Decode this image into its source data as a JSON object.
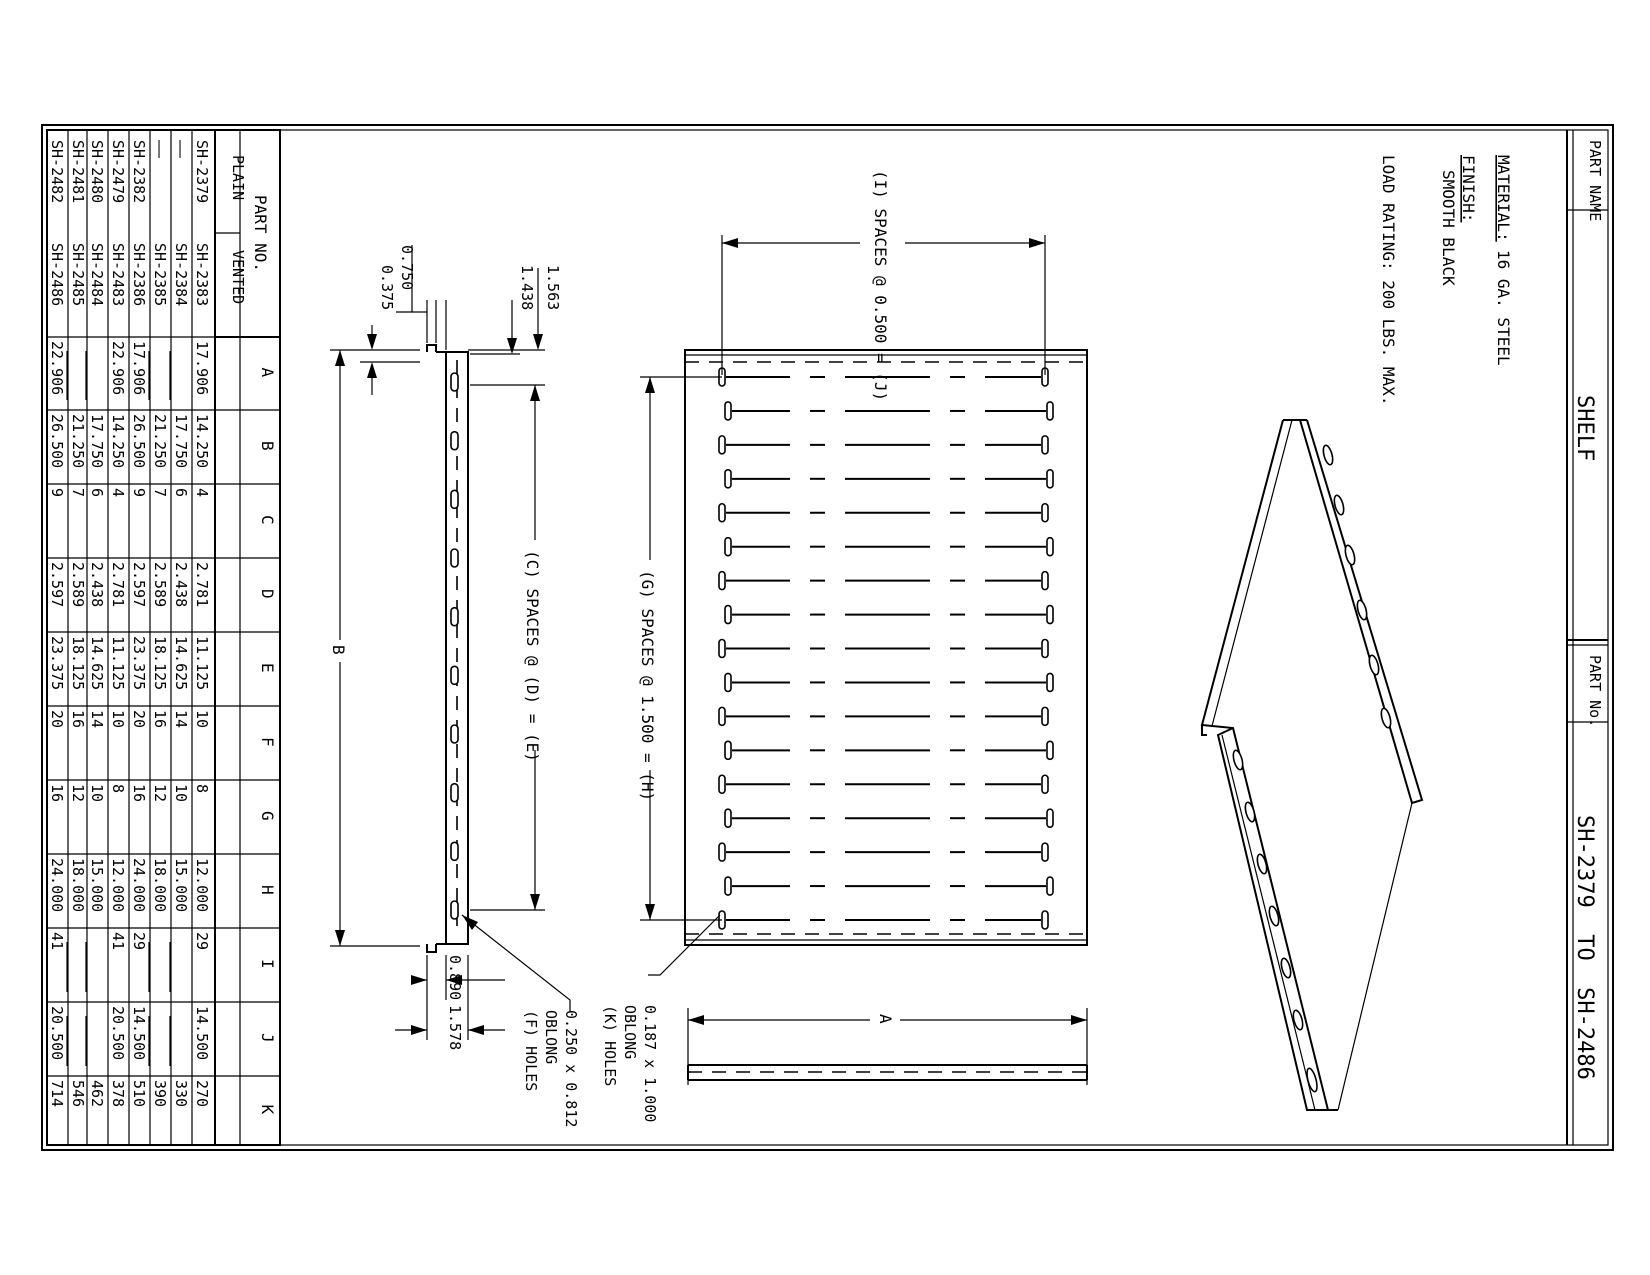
{
  "title_block": {
    "part_name_label": "PART NAME",
    "part_name": "SHELF",
    "part_no_label": "PART No.",
    "part_no": "SH-2379  TO  SH-2486"
  },
  "notes": {
    "material_label": "MATERIAL:",
    "material_value": "16 GA. STEEL",
    "finish_label": "FINISH:",
    "finish_value": "SMOOTH BLACK",
    "load_rating": "LOAD RATING: 200 LBS. MAX."
  },
  "dims": {
    "d1563": "1.563",
    "d1438": "1.438",
    "d0750": "0.750",
    "d0375": "0.375",
    "d0890": "0.890",
    "d1578": "1.578",
    "b": "B",
    "a": "A",
    "c_spaces": "(C) SPACES @ (D) = (E)",
    "g_spaces": "(G) SPACES @ 1.500 = (H)",
    "i_spaces": "(I) SPACES @ 0.500 = (J)",
    "f_holes": [
      "0.250 x 0.812",
      "OBLONG",
      "(F) HOLES"
    ],
    "k_holes": [
      "0.187 x 1.000",
      "OBLONG",
      "(K) HOLES"
    ]
  },
  "table": {
    "title": "PART NO.",
    "sub_plain": "PLAIN",
    "sub_vented": "VENTED",
    "columns": [
      "A",
      "B",
      "C",
      "D",
      "E",
      "F",
      "G",
      "H",
      "I",
      "J",
      "K"
    ],
    "rows": [
      {
        "plain": "SH-2379",
        "vented": "SH-2383",
        "cells": [
          "17.906",
          "14.250",
          "4",
          "2.781",
          "11.125",
          "10",
          "8",
          "12.000",
          "29",
          "14.500",
          "270"
        ]
      },
      {
        "plain": "——",
        "vented": "SH-2384",
        "cells": [
          "",
          "17.750",
          "6",
          "2.438",
          "14.625",
          "14",
          "10",
          "15.000",
          "",
          "",
          "330"
        ]
      },
      {
        "plain": "——",
        "vented": "SH-2385",
        "cells": [
          "",
          "21.250",
          "7",
          "2.589",
          "18.125",
          "16",
          "12",
          "18.000",
          "",
          "",
          "390"
        ]
      },
      {
        "plain": "SH-2382",
        "vented": "SH-2386",
        "cells": [
          "17.906",
          "26.500",
          "9",
          "2.597",
          "23.375",
          "20",
          "16",
          "24.000",
          "29",
          "14.500",
          "510"
        ]
      },
      {
        "plain": "SH-2479",
        "vented": "SH-2483",
        "cells": [
          "22.906",
          "14.250",
          "4",
          "2.781",
          "11.125",
          "10",
          "8",
          "12.000",
          "41",
          "20.500",
          "378"
        ]
      },
      {
        "plain": "SH-2480",
        "vented": "SH-2484",
        "cells": [
          "",
          "17.750",
          "6",
          "2.438",
          "14.625",
          "14",
          "10",
          "15.000",
          "",
          "",
          "462"
        ]
      },
      {
        "plain": "SH-2481",
        "vented": "SH-2485",
        "cells": [
          "",
          "21.250",
          "7",
          "2.589",
          "18.125",
          "16",
          "12",
          "18.000",
          "",
          "",
          "546"
        ]
      },
      {
        "plain": "SH-2482",
        "vented": "SH-2486",
        "cells": [
          "22.906",
          "26.500",
          "9",
          "2.597",
          "23.375",
          "20",
          "16",
          "24.000",
          "41",
          "20.500",
          "714"
        ]
      }
    ]
  }
}
